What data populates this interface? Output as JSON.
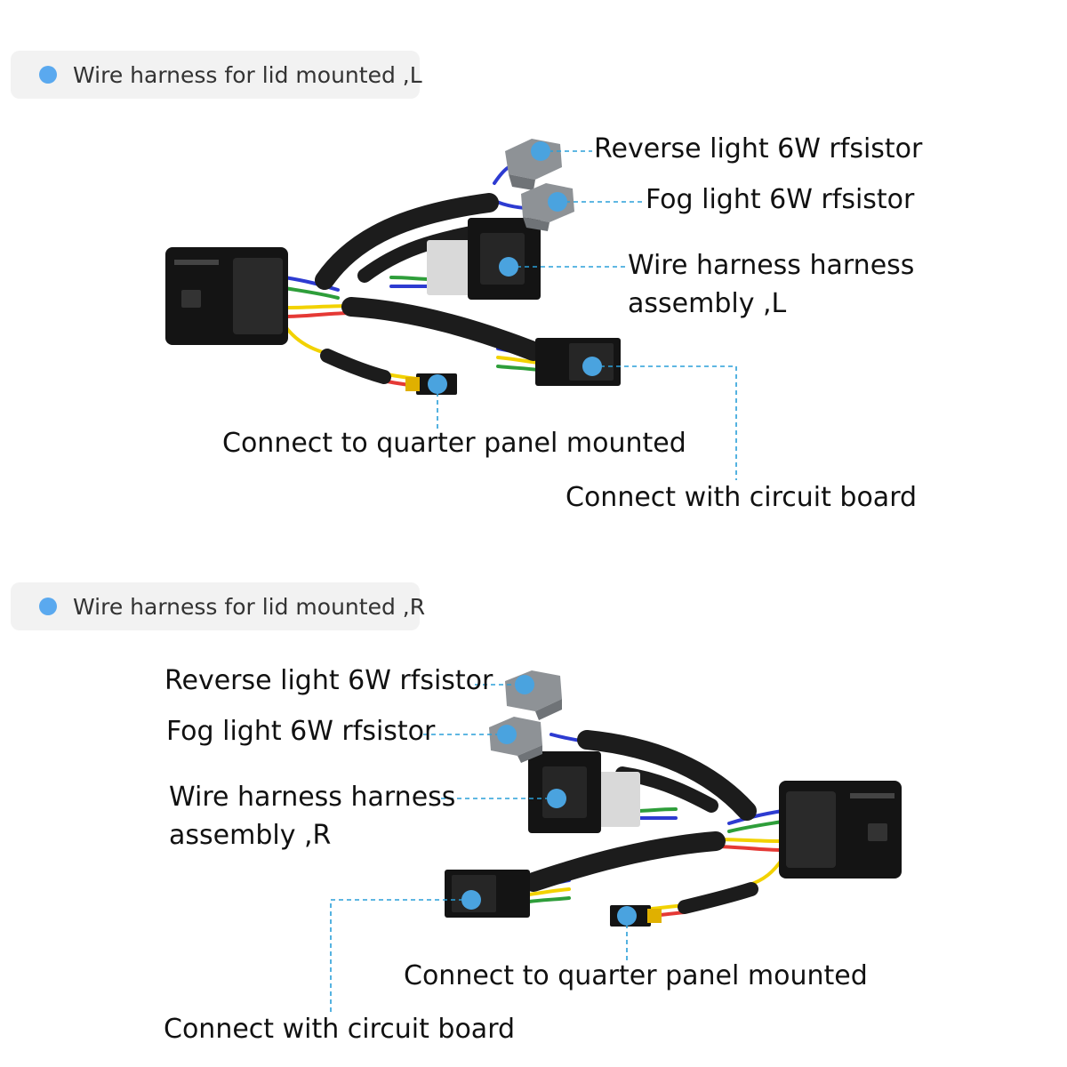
{
  "colors": {
    "accent": "#5aa9ef",
    "marker": "#4aa3df",
    "leader": "#2a9fd8",
    "pill_bg": "#f2f2f2",
    "cable": "#1c1c1c",
    "connector_black": "#141414",
    "connector_gray": "#8e9296"
  },
  "sections": {
    "left": {
      "header": "Wire harness for lid mounted ,L",
      "labels": {
        "reverse": "Reverse light 6W rfsistor",
        "fog": "Fog light 6W rfsistor",
        "assembly_1": "Wire harness harness",
        "assembly_2": "assembly ,L",
        "quarter": "Connect to quarter panel mounted",
        "circuit": "Connect with circuit board"
      }
    },
    "right": {
      "header": "Wire harness for lid mounted ,R",
      "labels": {
        "reverse": "Reverse light 6W rfsistor",
        "fog": "Fog light 6W rfsistor",
        "assembly_1": "Wire harness harness",
        "assembly_2": "assembly ,R",
        "quarter": "Connect to quarter panel mounted",
        "circuit": "Connect with circuit board"
      }
    }
  }
}
